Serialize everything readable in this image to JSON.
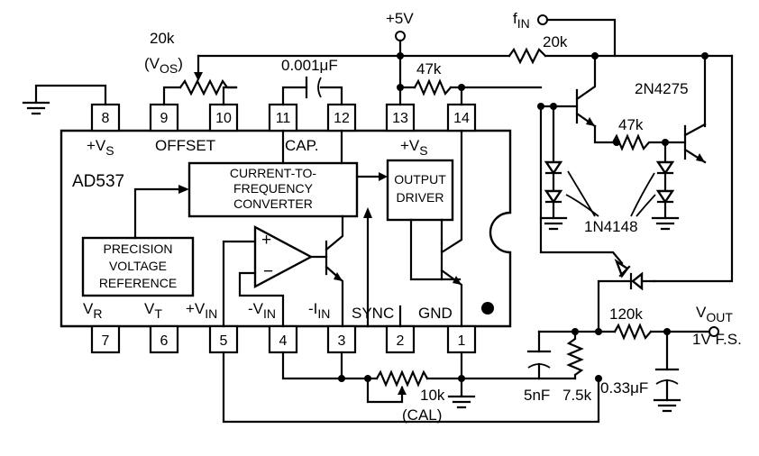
{
  "chip": {
    "name": "AD537",
    "pin_labels": {
      "vs_top": "+V",
      "vs_sub": "S",
      "offset": "OFFSET",
      "cap": "CAP.",
      "vs2_top": "+V",
      "vs2_sub": "S",
      "vr": "V",
      "vr_sub": "R",
      "vt": "V",
      "vt_sub": "T",
      "vin_pos": "+V",
      "vin_pos_sub": "IN",
      "vin_neg": "-V",
      "vin_neg_sub": "IN",
      "iin": "-I",
      "iin_sub": "IN",
      "sync": "SYNC",
      "gnd": "GND"
    },
    "pins_top": [
      "8",
      "9",
      "10",
      "11",
      "12",
      "13",
      "14"
    ],
    "pins_bottom": [
      "7",
      "6",
      "5",
      "4",
      "3",
      "2",
      "1"
    ],
    "blocks": {
      "ctf_line1": "CURRENT-TO-",
      "ctf_line2": "FREQUENCY",
      "ctf_line3": "CONVERTER",
      "driver_line1": "OUTPUT",
      "driver_line2": "DRIVER",
      "ref_line1": "PRECISION",
      "ref_line2": "VOLTAGE",
      "ref_line3": "REFERENCE"
    }
  },
  "labels": {
    "supply": "+5V",
    "fin": "f",
    "fin_sub": "IN",
    "pot_offset": "20k",
    "pot_offset_paren": "(V",
    "pot_offset_sub": "OS",
    "pot_offset_close": ")",
    "cap_timing": "0.001μF",
    "r_47k_pullup": "47k",
    "r_20k_input": "20k",
    "r_47k_base": "47k",
    "transistor": "2N4275",
    "diode": "1N4148",
    "pot_cal": "10k",
    "pot_cal_paren": "(CAL)",
    "cap_5nf": "5nF",
    "r_7_5k": "7.5k",
    "r_120k": "120k",
    "cap_033": "0.33μF",
    "vout": "V",
    "vout_sub": "OUT",
    "vout_scale": "1V F.S."
  }
}
